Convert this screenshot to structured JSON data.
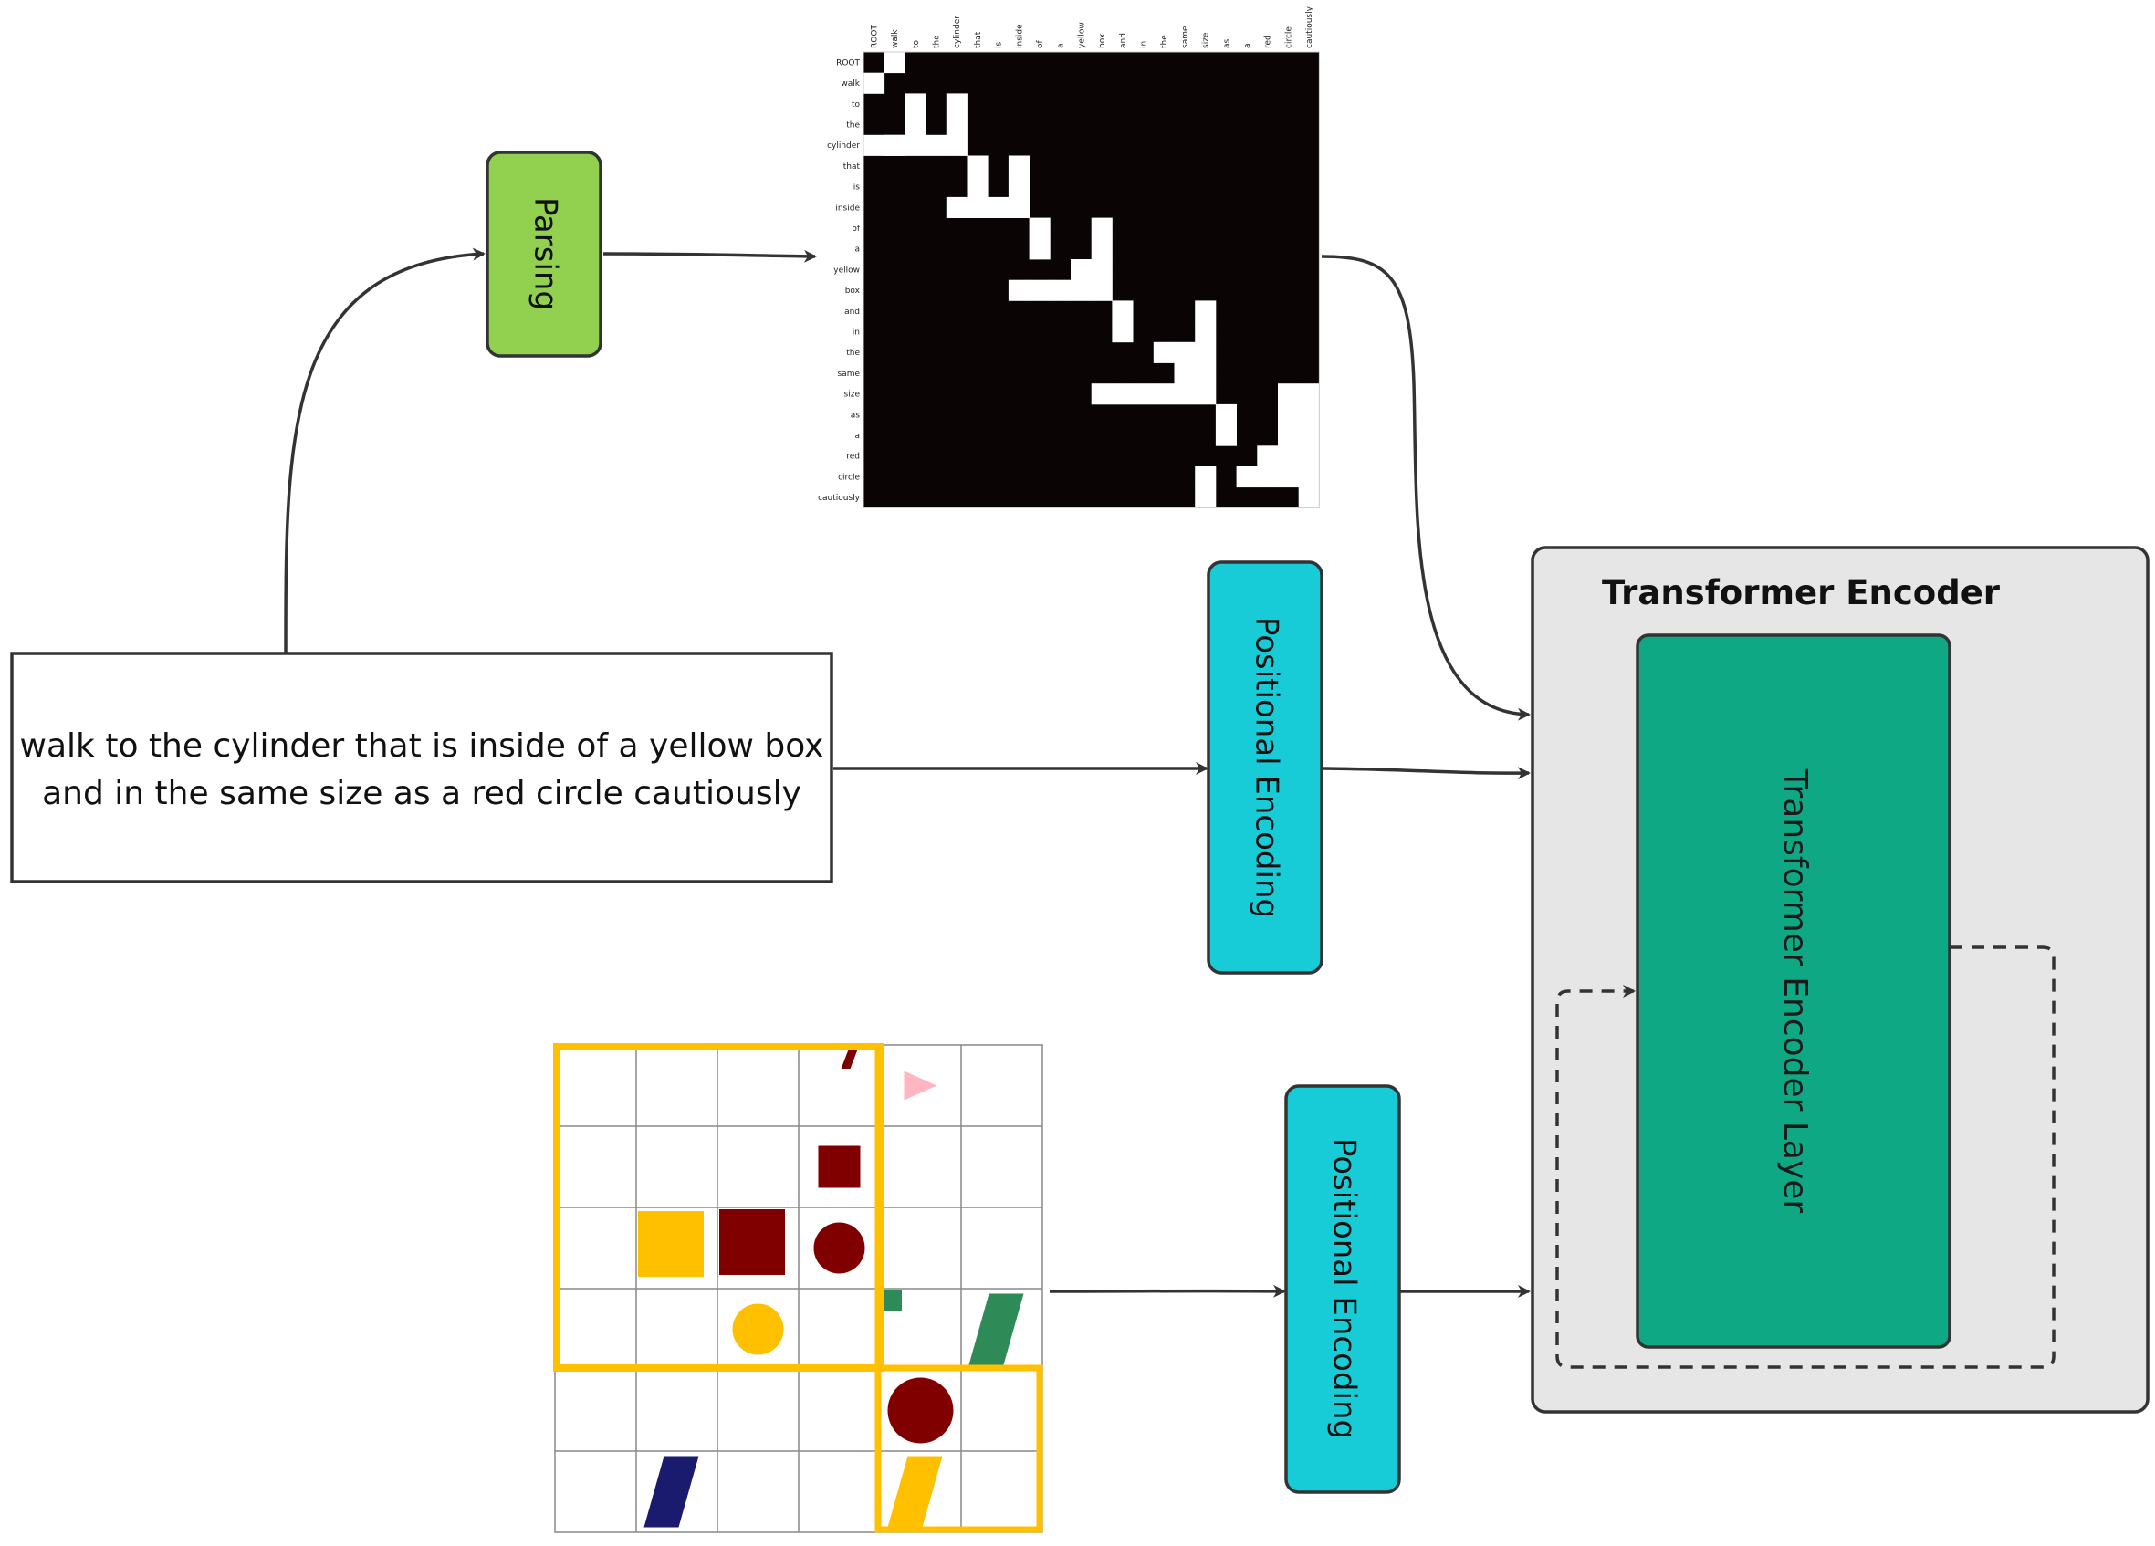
{
  "diagram": {
    "input_sentence": {
      "line1": "walk to the cylinder that is inside of a yellow box",
      "line2": "and in the same size as a red circle cautiously"
    },
    "parsing_label": "Parsing",
    "positional_encoding_top_label": "Positional Encoding",
    "positional_encoding_bottom_label": "Positional Encoding",
    "transformer_encoder": {
      "title": "Transformer Encoder",
      "layer_label": "Transformer Encoder Layer"
    },
    "colors": {
      "parsing_fill": "#92d050",
      "positional_fill": "#17ccd6",
      "layer_fill": "#0fa884",
      "encoder_bg": "#e6e6e6",
      "matrix_bg": "#0a0405",
      "arrow": "#333333"
    }
  },
  "matrix": {
    "tokens": [
      "ROOT",
      "walk",
      "to",
      "the",
      "cylinder",
      "that",
      "is",
      "inside",
      "of",
      "a",
      "yellow",
      "box",
      "and",
      "in",
      "the",
      "same",
      "size",
      "as",
      "a",
      "red",
      "circle",
      "cautiously"
    ],
    "cells": [
      [
        0,
        1
      ],
      [
        1,
        0
      ],
      [
        2,
        2
      ],
      [
        3,
        2
      ],
      [
        2,
        4
      ],
      [
        3,
        4
      ],
      [
        4,
        1
      ],
      [
        4,
        2
      ],
      [
        4,
        3
      ],
      [
        4,
        4
      ],
      [
        4,
        0
      ],
      [
        4,
        1
      ],
      [
        5,
        5
      ],
      [
        6,
        5
      ],
      [
        5,
        7
      ],
      [
        6,
        7
      ],
      [
        7,
        4
      ],
      [
        7,
        5
      ],
      [
        7,
        6
      ],
      [
        7,
        7
      ],
      [
        8,
        8
      ],
      [
        9,
        8
      ],
      [
        8,
        11
      ],
      [
        9,
        11
      ],
      [
        10,
        10
      ],
      [
        10,
        11
      ],
      [
        11,
        7
      ],
      [
        11,
        8
      ],
      [
        11,
        9
      ],
      [
        11,
        10
      ],
      [
        11,
        11
      ],
      [
        12,
        12
      ],
      [
        13,
        12
      ],
      [
        12,
        16
      ],
      [
        13,
        16
      ],
      [
        14,
        14
      ],
      [
        14,
        15
      ],
      [
        14,
        16
      ],
      [
        15,
        15
      ],
      [
        15,
        16
      ],
      [
        16,
        11
      ],
      [
        16,
        12
      ],
      [
        16,
        13
      ],
      [
        16,
        14
      ],
      [
        16,
        15
      ],
      [
        16,
        16
      ],
      [
        17,
        17
      ],
      [
        18,
        17
      ],
      [
        16,
        20
      ],
      [
        16,
        21
      ],
      [
        17,
        20
      ],
      [
        18,
        20
      ],
      [
        19,
        19
      ],
      [
        19,
        20
      ],
      [
        20,
        18
      ],
      [
        20,
        19
      ],
      [
        20,
        20
      ],
      [
        17,
        21
      ],
      [
        18,
        21
      ],
      [
        19,
        21
      ],
      [
        20,
        21
      ],
      [
        20,
        16
      ],
      [
        21,
        16
      ],
      [
        21,
        21
      ]
    ]
  },
  "grid_world": {
    "rows": 6,
    "cols": 6,
    "shapes": [
      {
        "kind": "slash",
        "row": 0,
        "col": 3,
        "color": "#7b0000"
      },
      {
        "kind": "triangle",
        "row": 0,
        "col": 4,
        "color": "#ffb6c1"
      },
      {
        "kind": "square",
        "row": 1,
        "col": 3,
        "color": "#800000",
        "size": "small"
      },
      {
        "kind": "square",
        "row": 2,
        "col": 1,
        "color": "#ffc000",
        "size": "large"
      },
      {
        "kind": "square",
        "row": 2,
        "col": 2,
        "color": "#800000",
        "size": "large"
      },
      {
        "kind": "circle",
        "row": 2,
        "col": 3,
        "color": "#800000",
        "size": "medium"
      },
      {
        "kind": "circle",
        "row": 3,
        "col": 2,
        "color": "#ffc000",
        "size": "medium"
      },
      {
        "kind": "square",
        "row": 3,
        "col": 4,
        "color": "#2e8b57",
        "size": "tiny"
      },
      {
        "kind": "parallelogram",
        "row": 3,
        "col": 5,
        "color": "#2e8b57"
      },
      {
        "kind": "circle",
        "row": 4,
        "col": 4,
        "color": "#800000",
        "size": "large"
      },
      {
        "kind": "parallelogram",
        "row": 5,
        "col": 1,
        "color": "#1a1a6e"
      },
      {
        "kind": "parallelogram",
        "row": 5,
        "col": 4,
        "color": "#ffc000"
      }
    ],
    "highlight_color": "#ffc000"
  }
}
